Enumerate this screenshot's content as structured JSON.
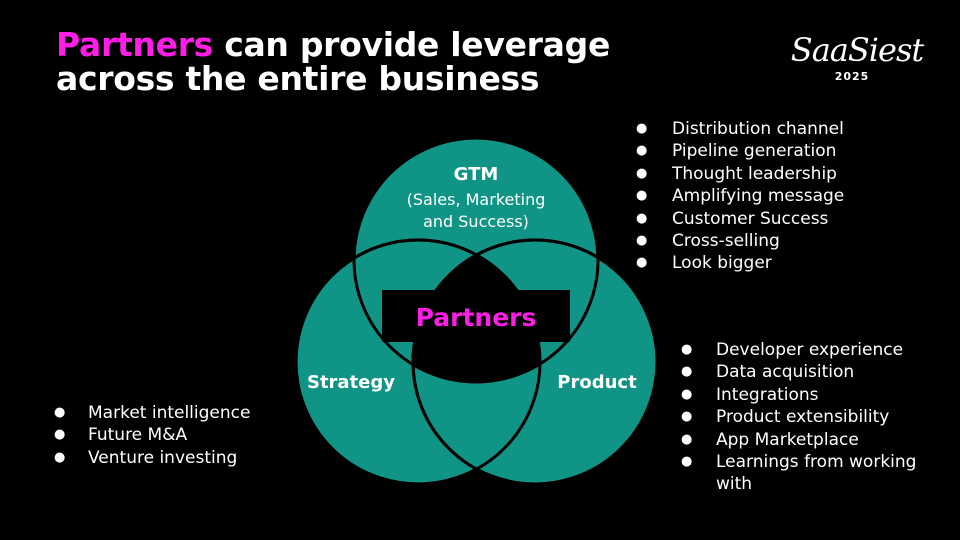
{
  "slide": {
    "title_highlight": "Partners",
    "title_rest": " can provide leverage across the entire business",
    "highlight_color": "#ff1ee6"
  },
  "logo": {
    "brand": "SaaSiest",
    "year": "2025"
  },
  "venn": {
    "circle_color": "#109486",
    "center_color": "#ff1ee6",
    "center_label": "Partners",
    "gtm_label": "GTM",
    "gtm_sub_line1": "(Sales, Marketing",
    "gtm_sub_line2": "and Success)",
    "strategy_label": "Strategy",
    "product_label": "Product"
  },
  "gtm_items": [
    "Distribution channel",
    "Pipeline generation",
    "Thought leadership",
    "Amplifying message",
    "Customer Success",
    "Cross-selling",
    "Look bigger"
  ],
  "product_items": [
    "Developer experience",
    "Data acquisition",
    "Integrations",
    "Product extensibility",
    "App Marketplace",
    "Learnings from working with"
  ],
  "strategy_items": [
    "Market intelligence",
    "Future M&A",
    "Venture investing"
  ]
}
